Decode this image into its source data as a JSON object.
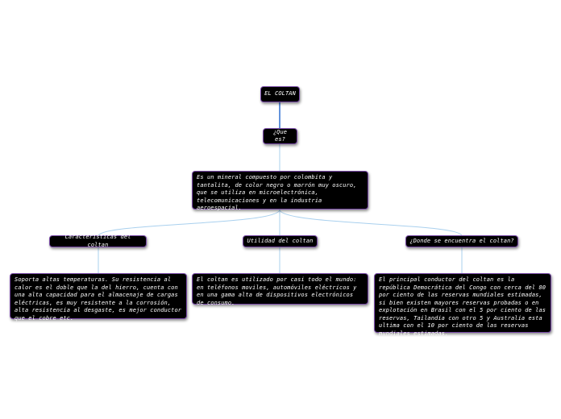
{
  "root": {
    "label": "EL COLTAN"
  },
  "question": {
    "label": "¿Que es?"
  },
  "definition": {
    "text": "Es un mineral compuesto por colombita y tantalita, de color negro o marrón muy oscuro, que se utiliza en microelectrónica, telecomunicaciones y en la industria aeroespacial."
  },
  "branches": [
    {
      "label": "Caracteristicas del coltan",
      "detail": "Soporta altas temperaturas. Su resistencia al calor es el doble que la del hierro, cuenta con una alta capacidad para el almacenaje de cargas eléctricas, es muy resistente a la corrosión, alta resistencia al desgaste, es mejor conductor que el cobre etc."
    },
    {
      "label": "Utilidad del coltan",
      "detail": "El coltan es utilizado por casi todo el mundo: en teléfonos moviles, automóviles eléctricos y en una gama alta de dispositivos electrónicos de consumo."
    },
    {
      "label": "¿Donde se encuentra el coltan?",
      "detail": "El principal conductor del coltan es la república Democrática del Congo con cerca del 80 por ciento de las reservas mundiales estimadas, si bien existen mayores reservas probadas o en explotación en Brasil con el 5 por ciento de las reservas, Tailandia con otro 5 y Australia esta ultima con el 10 por ciento de las reservas mundiales estimadas."
    }
  ],
  "colors": {
    "node_bg": "#000000",
    "node_border": "#7a4ca8",
    "line_dark": "#2f6fd1",
    "line_light": "#a9d0ee"
  }
}
